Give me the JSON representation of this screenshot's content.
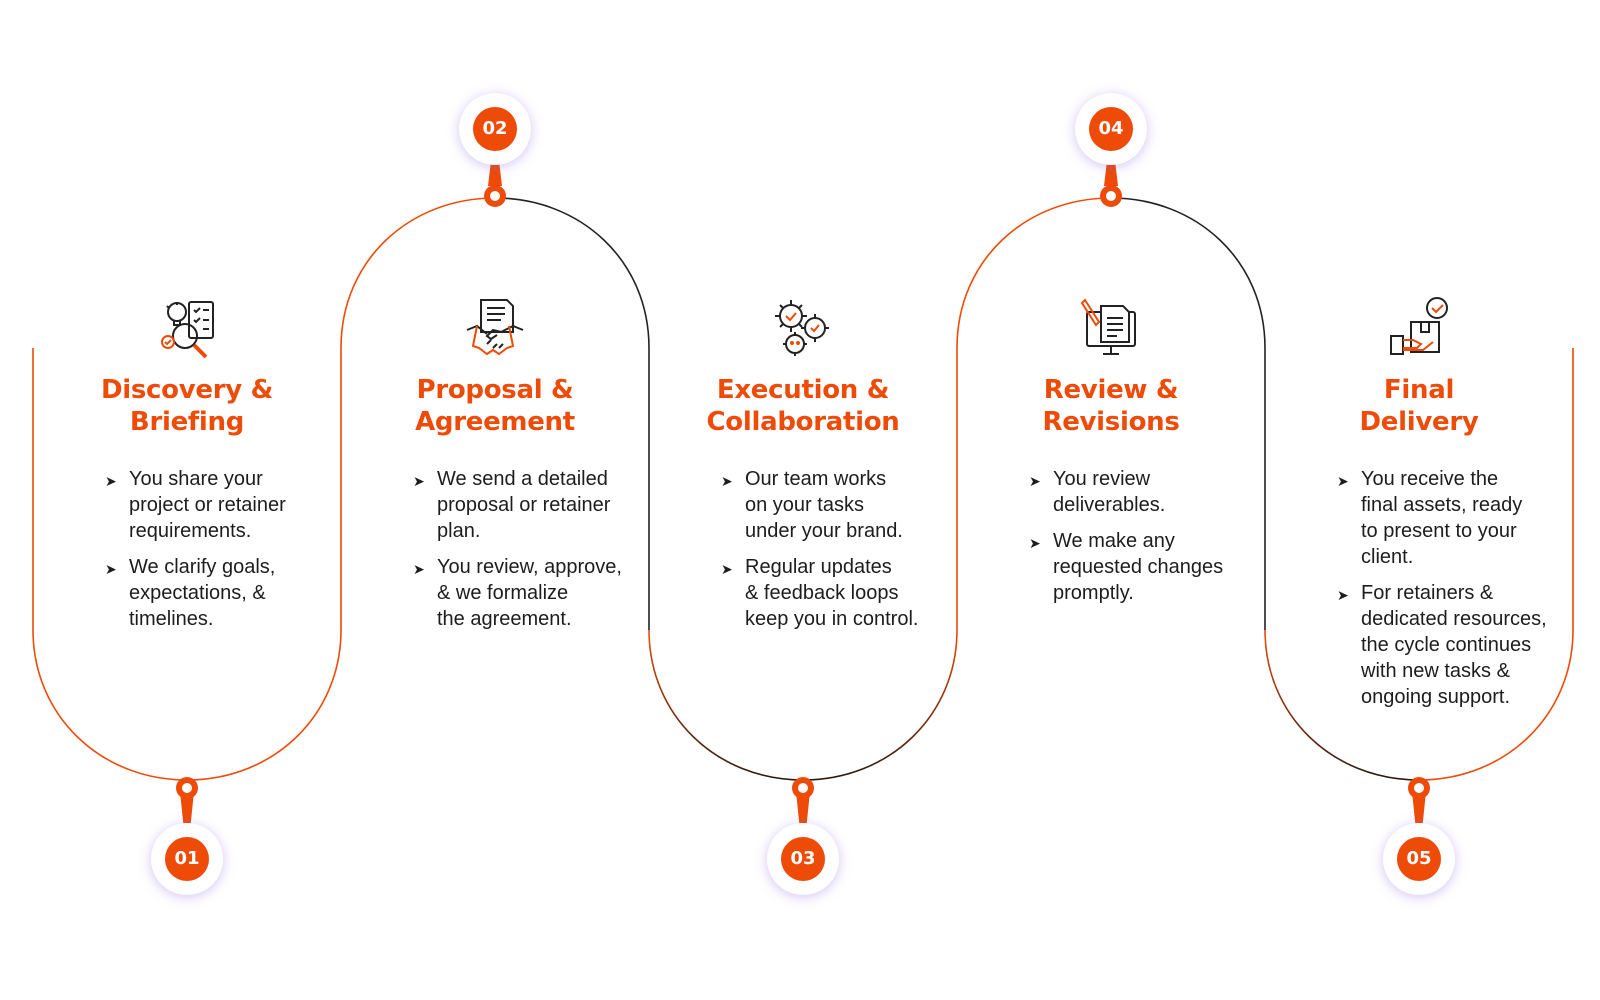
{
  "colors": {
    "accent": "#ee4b08",
    "dark": "#222222",
    "text": "#1d1d1d"
  },
  "steps": [
    {
      "number": "01",
      "icon": "idea-search-icon",
      "title_line1": "Discovery &",
      "title_line2": "Briefing",
      "bullets": [
        [
          "You share your",
          "project or retainer",
          "requirements."
        ],
        [
          "We clarify goals,",
          "expectations, &",
          "timelines."
        ]
      ]
    },
    {
      "number": "02",
      "icon": "handshake-contract-icon",
      "title_line1": "Proposal &",
      "title_line2": "Agreement",
      "bullets": [
        [
          "We send a detailed",
          "proposal or retainer",
          "plan."
        ],
        [
          "You review, approve,",
          "& we formalize",
          "the agreement."
        ]
      ]
    },
    {
      "number": "03",
      "icon": "gears-icon",
      "title_line1": "Execution &",
      "title_line2": "Collaboration",
      "bullets": [
        [
          "Our team works",
          "on your tasks",
          "under your brand."
        ],
        [
          "Regular updates",
          "& feedback loops",
          "keep you in control."
        ]
      ]
    },
    {
      "number": "04",
      "icon": "monitor-document-icon",
      "title_line1": "Review &",
      "title_line2": "Revisions",
      "bullets": [
        [
          "You review",
          "deliverables."
        ],
        [
          "We make any",
          "requested changes",
          "promptly."
        ]
      ]
    },
    {
      "number": "05",
      "icon": "delivery-box-icon",
      "title_line1": "Final",
      "title_line2": "Delivery",
      "bullets": [
        [
          "You receive the",
          "final assets, ready",
          "to present to your",
          "client."
        ],
        [
          "For retainers &",
          "dedicated resources,",
          "the cycle continues",
          "with new tasks &",
          "ongoing support."
        ]
      ]
    }
  ]
}
